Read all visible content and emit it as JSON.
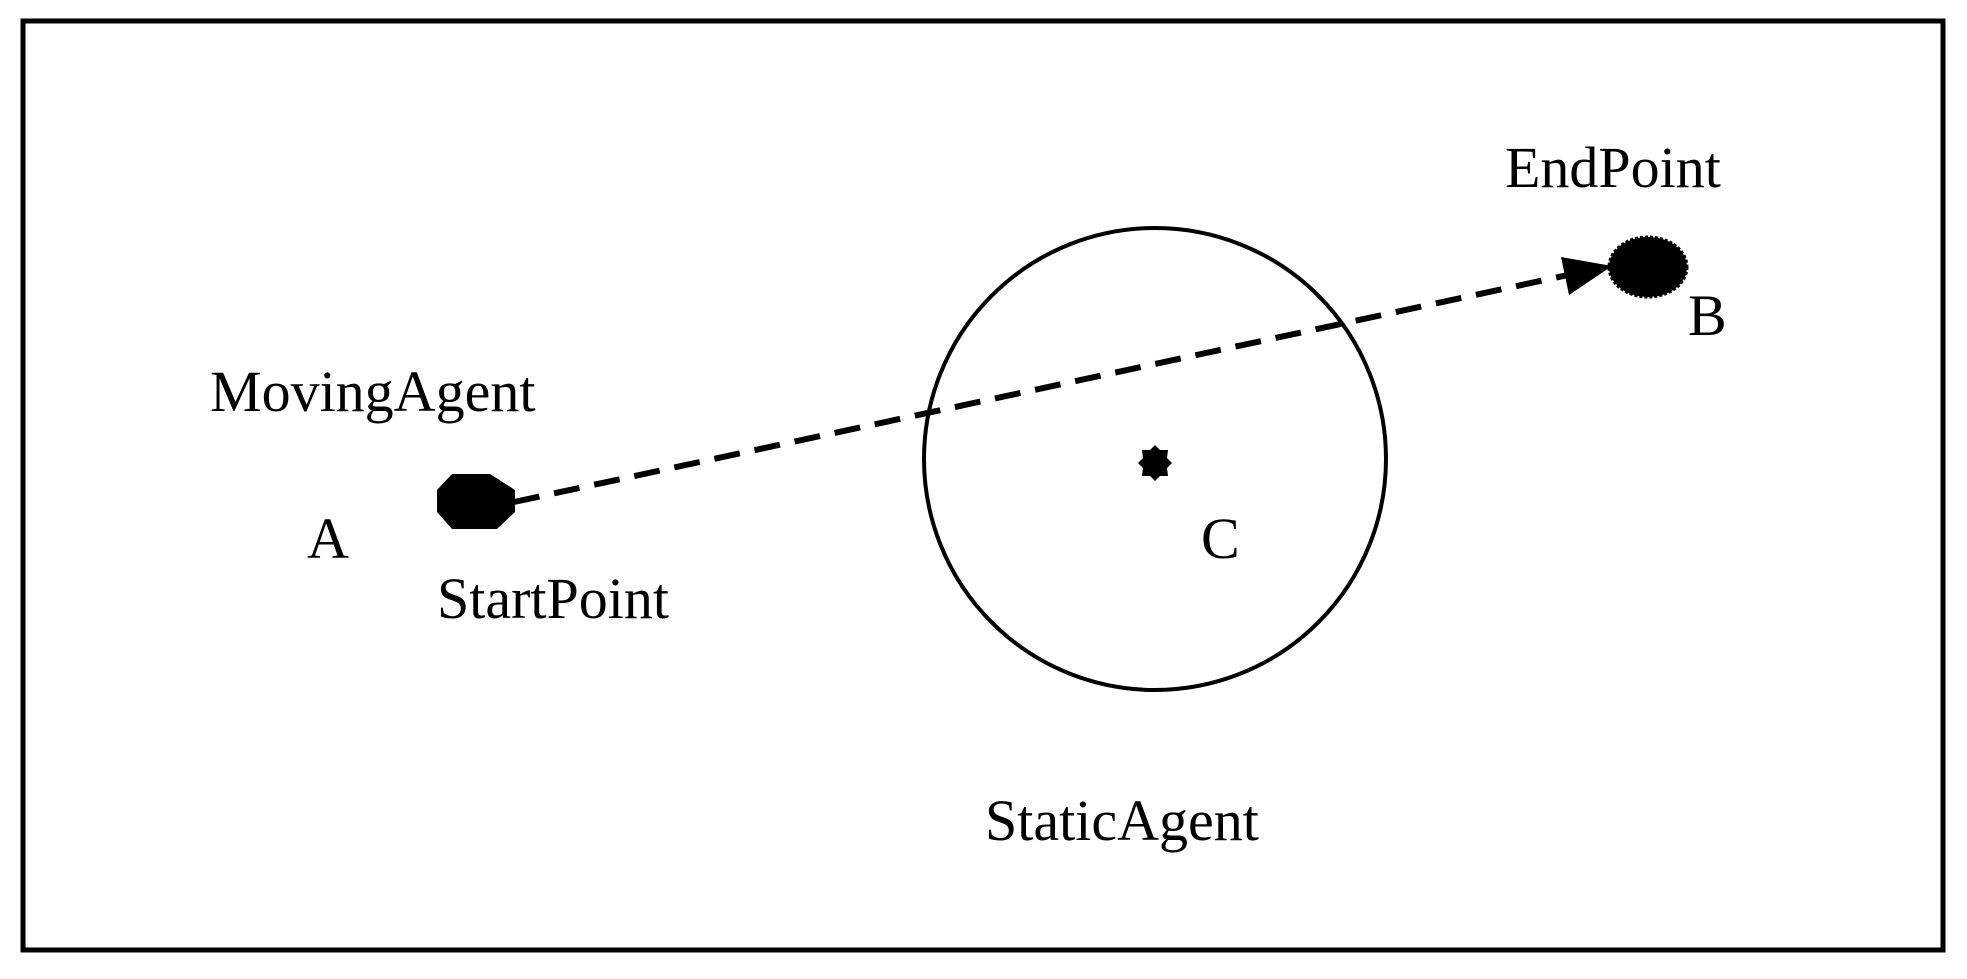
{
  "labels": {
    "moving_agent": "MovingAgent",
    "start_point": "StartPoint",
    "point_a": "A",
    "static_agent": "StaticAgent",
    "point_c": "C",
    "end_point": "EndPoint",
    "point_b": "B"
  },
  "colors": {
    "stroke": "#000000",
    "background": "#ffffff"
  }
}
